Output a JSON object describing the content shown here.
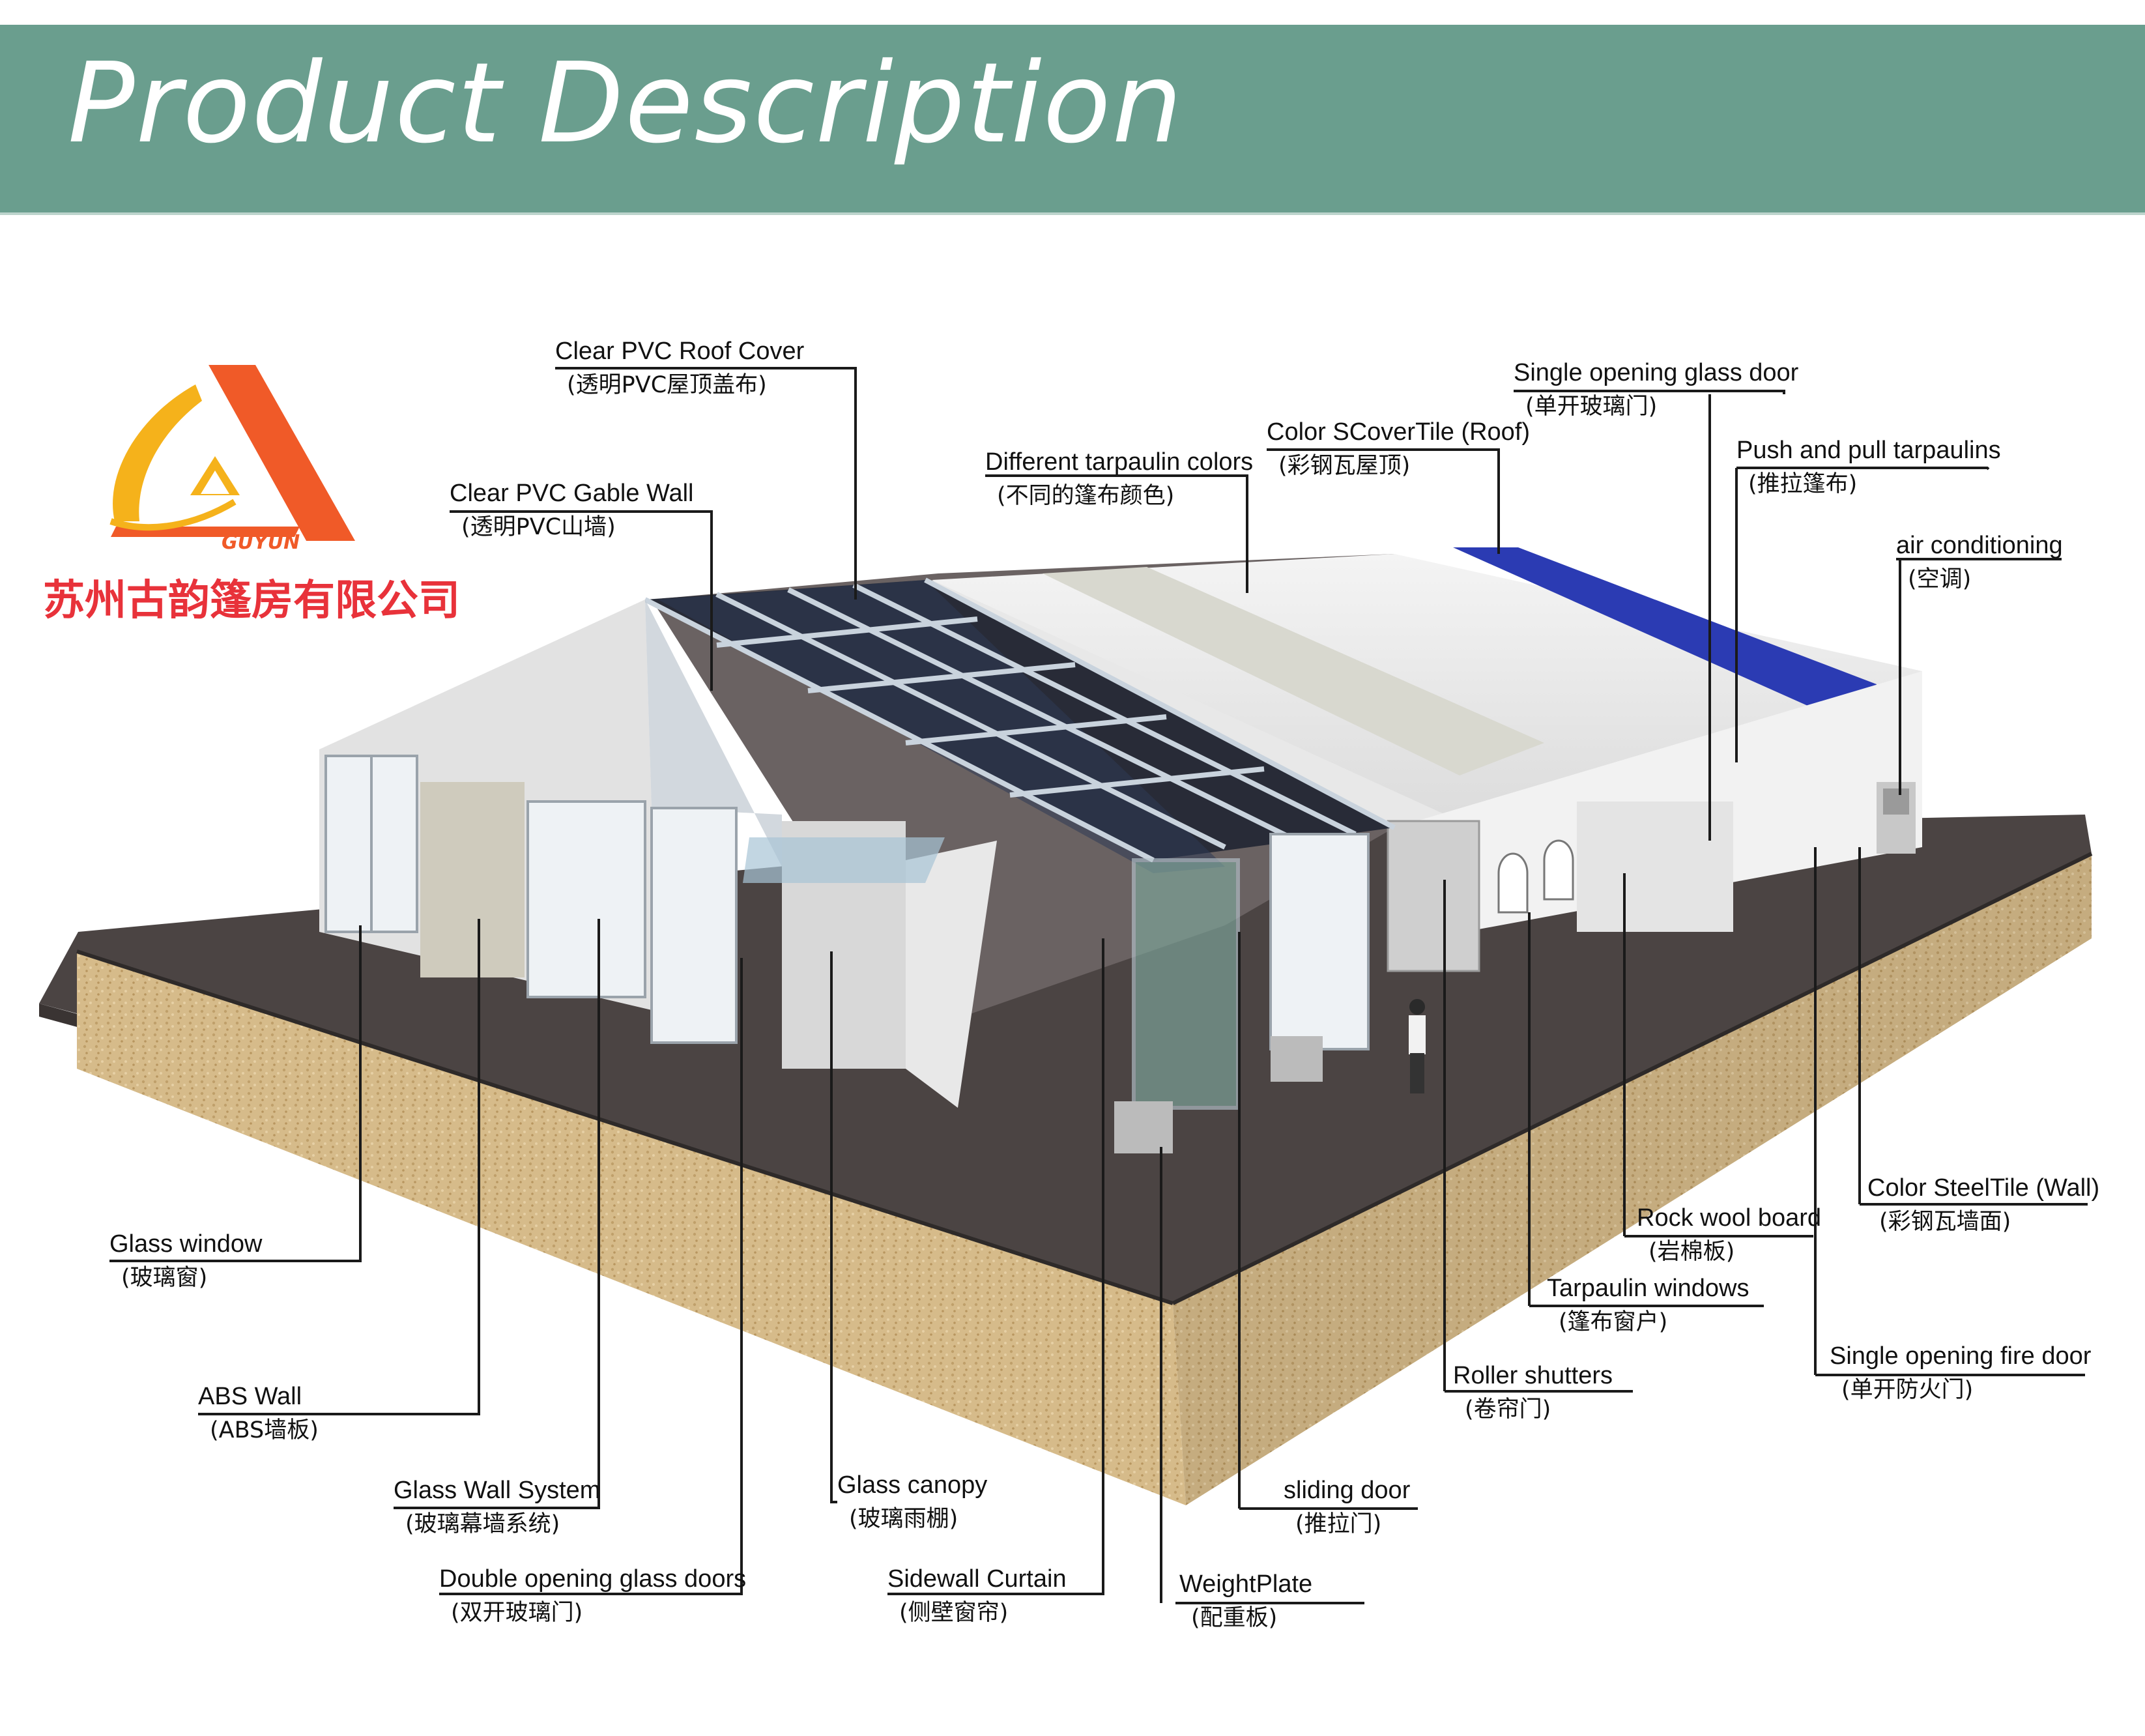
{
  "header": {
    "title": "Product Description"
  },
  "brand": {
    "logo_text": "GUYUN",
    "company_name": "苏州古韵篷房有限公司",
    "colors": {
      "logo_orange": "#f05a28",
      "logo_yellow": "#f5b21b",
      "company_red": "#e8323a",
      "banner_green": "#6a9e8e",
      "roof_blue": "#2b3bb3"
    }
  },
  "labels": [
    {
      "key": "clear_pvc_roof_cover",
      "en": "Clear PVC Roof Cover",
      "cn": "(透明PVC屋顶盖布)"
    },
    {
      "key": "clear_pvc_gable_wall",
      "en": "Clear PVC Gable Wall",
      "cn": "(透明PVC山墙)"
    },
    {
      "key": "different_tarpaulin_colors",
      "en": "Different tarpaulin colors",
      "cn": "(不同的篷布颜色)"
    },
    {
      "key": "color_scovertile_roof",
      "en": "Color SCoverTile (Roof)",
      "cn": "(彩钢瓦屋顶)"
    },
    {
      "key": "single_opening_glass_door",
      "en": "Single opening glass door",
      "cn": "(单开玻璃门)"
    },
    {
      "key": "push_and_pull_tarpaulins",
      "en": "Push and pull tarpaulins",
      "cn": "(推拉篷布)"
    },
    {
      "key": "air_conditioning",
      "en": "air conditioning",
      "cn": "(空调)"
    },
    {
      "key": "glass_window",
      "en": "Glass window",
      "cn": "(玻璃窗)"
    },
    {
      "key": "abs_wall",
      "en": "ABS Wall",
      "cn": "(ABS墙板)"
    },
    {
      "key": "glass_wall_system",
      "en": "Glass Wall System",
      "cn": "(玻璃幕墙系统)"
    },
    {
      "key": "double_opening_glass_doors",
      "en": "Double opening glass doors",
      "cn": "(双开玻璃门)"
    },
    {
      "key": "glass_canopy",
      "en": "Glass canopy",
      "cn": "(玻璃雨棚)"
    },
    {
      "key": "sidewall_curtain",
      "en": "Sidewall Curtain",
      "cn": "(侧壁窗帘)"
    },
    {
      "key": "weightplate",
      "en": "WeightPlate",
      "cn": "(配重板)"
    },
    {
      "key": "sliding_door",
      "en": "sliding door",
      "cn": "(推拉门)"
    },
    {
      "key": "roller_shutters",
      "en": "Roller shutters",
      "cn": "(卷帘门)"
    },
    {
      "key": "tarpaulin_windows",
      "en": "Tarpaulin windows",
      "cn": "(篷布窗户)"
    },
    {
      "key": "rock_wool_board",
      "en": "Rock wool board",
      "cn": "(岩棉板)"
    },
    {
      "key": "color_steeltile_wall",
      "en": "Color SteelTile (Wall)",
      "cn": "(彩钢瓦墙面)"
    },
    {
      "key": "single_opening_fire_door",
      "en": "Single opening fire door",
      "cn": "(单开防火门)"
    }
  ]
}
